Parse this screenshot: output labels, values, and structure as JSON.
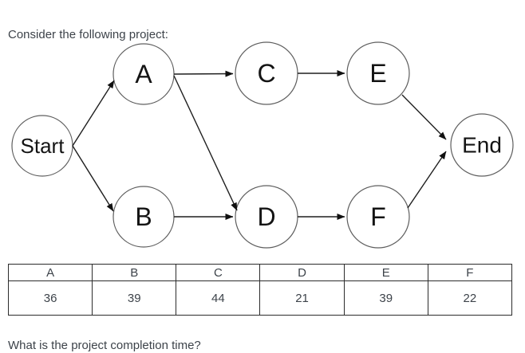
{
  "page": {
    "intro_text": "Consider the following project:",
    "question_text": "What is the project completion time?"
  },
  "diagram": {
    "nodes": {
      "start": {
        "label": "Start"
      },
      "a": {
        "label": "A"
      },
      "b": {
        "label": "B"
      },
      "c": {
        "label": "C"
      },
      "d": {
        "label": "D"
      },
      "e": {
        "label": "E"
      },
      "f": {
        "label": "F"
      },
      "end": {
        "label": "End"
      }
    },
    "edges": [
      {
        "from": "Start",
        "to": "A"
      },
      {
        "from": "Start",
        "to": "B"
      },
      {
        "from": "A",
        "to": "C"
      },
      {
        "from": "A",
        "to": "D"
      },
      {
        "from": "B",
        "to": "D"
      },
      {
        "from": "C",
        "to": "E"
      },
      {
        "from": "D",
        "to": "F"
      },
      {
        "from": "E",
        "to": "End"
      },
      {
        "from": "F",
        "to": "End"
      }
    ]
  },
  "activity_table": {
    "headers": [
      "A",
      "B",
      "C",
      "D",
      "E",
      "F"
    ],
    "durations": [
      "36",
      "39",
      "44",
      "21",
      "39",
      "22"
    ]
  },
  "colors": {
    "text": "#3d434a",
    "diagram_ink": "#1f1f1f",
    "circle_stroke": "#5e5e5e",
    "table_border": "#2c2c2c",
    "background": "#ffffff"
  }
}
